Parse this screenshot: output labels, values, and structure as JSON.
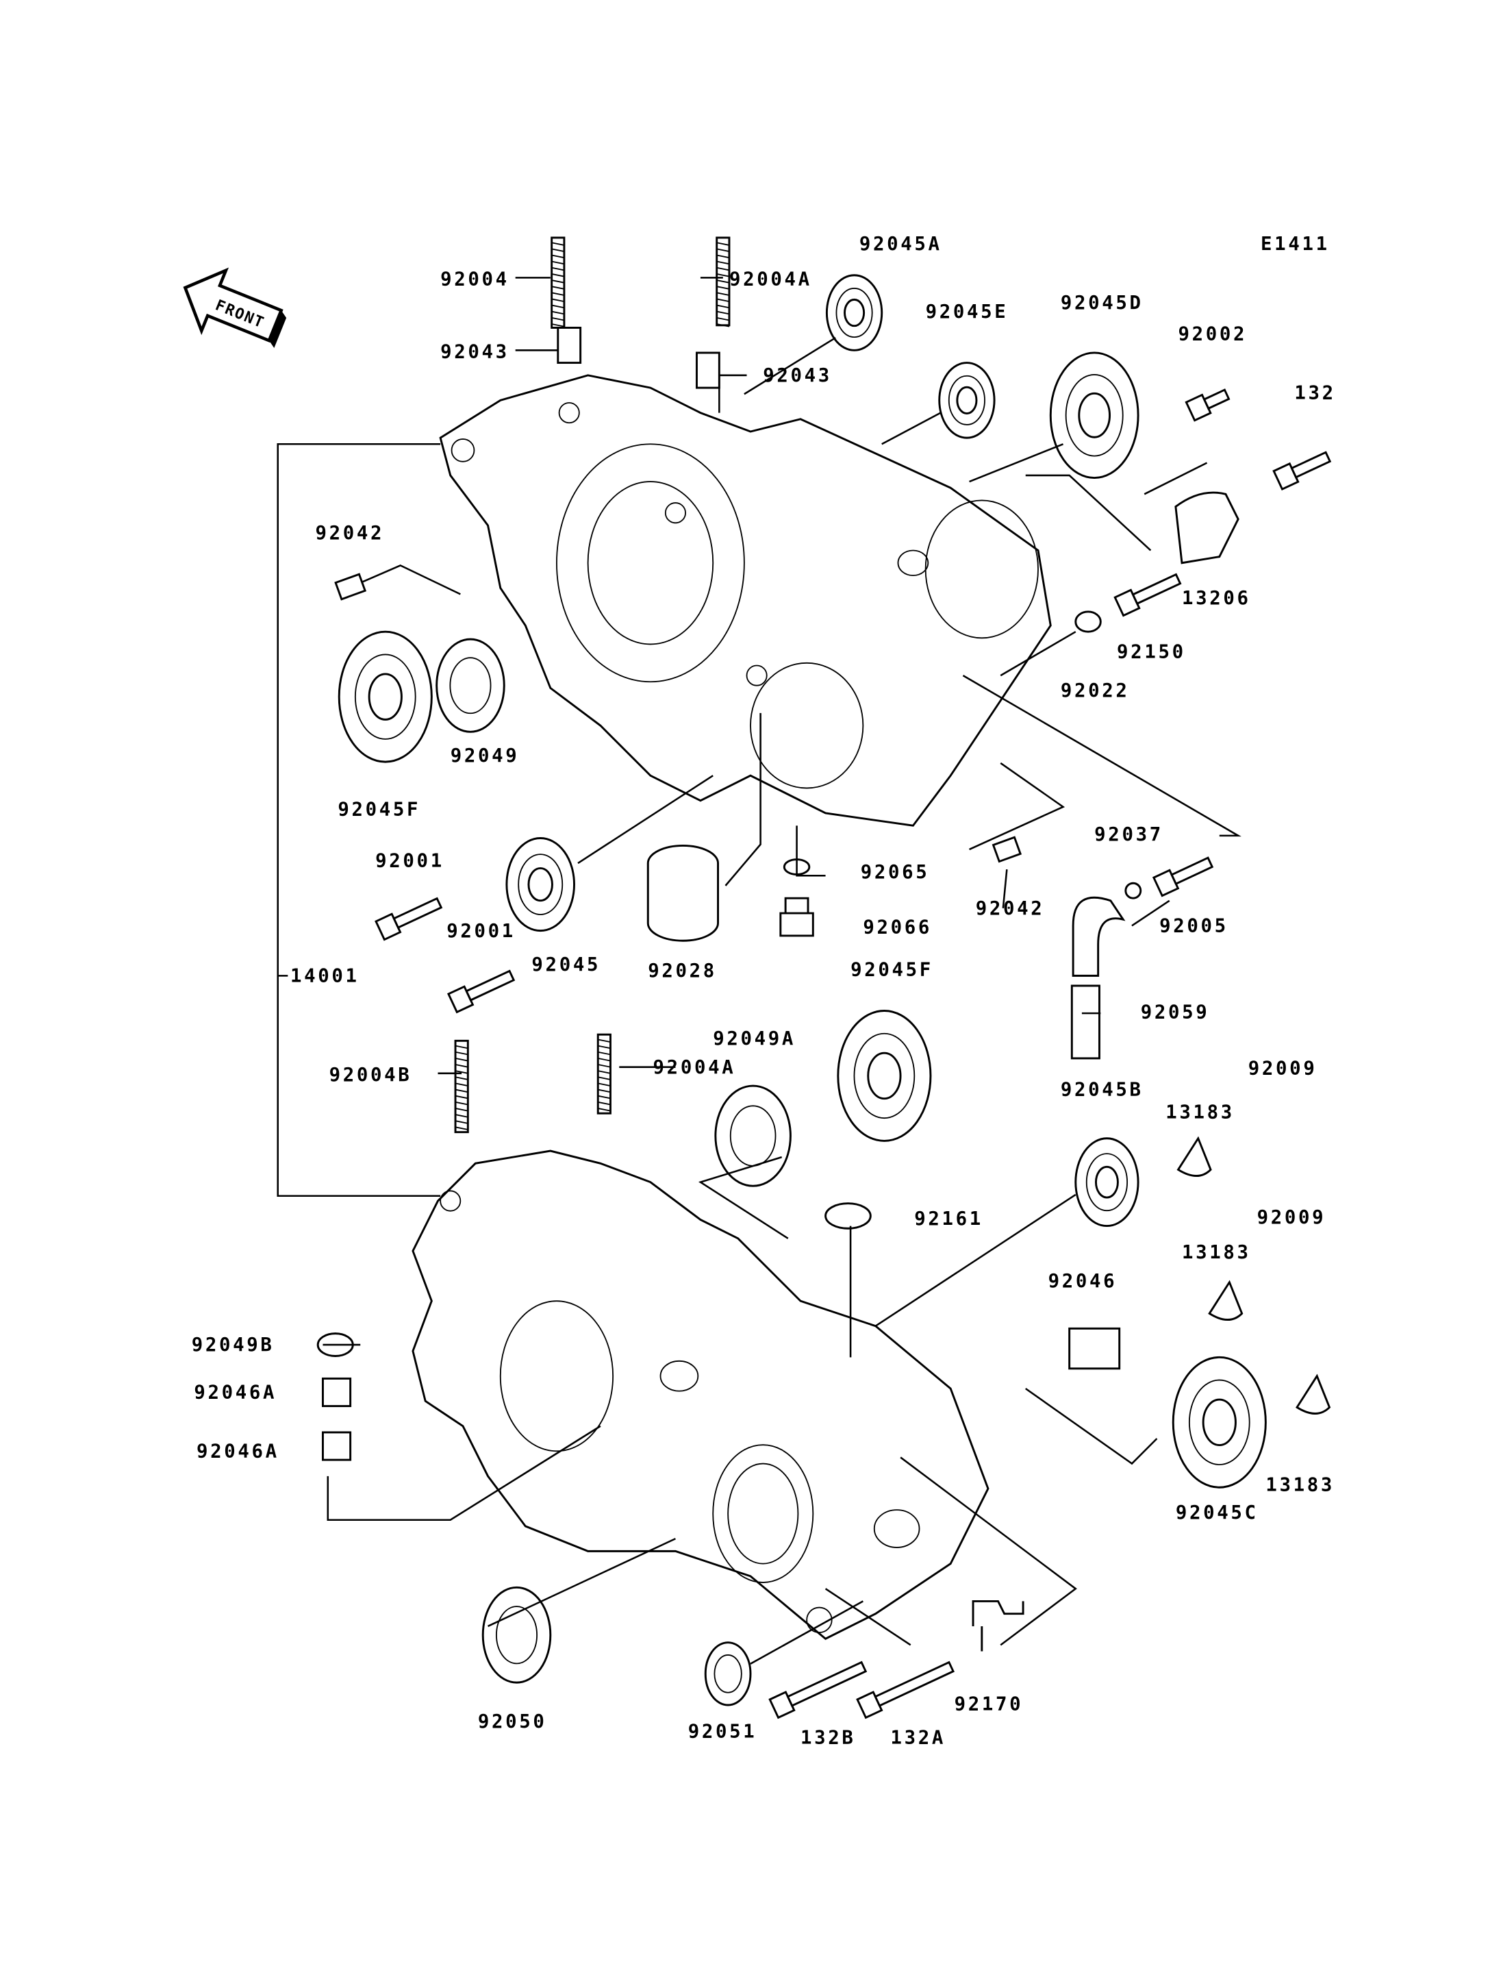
{
  "diagram_code": "E1411",
  "front_arrow_label": "FRONT",
  "labels": [
    "92004",
    "92004A",
    "92045A",
    "92043",
    "92043",
    "92045E",
    "92045D",
    "92002",
    "132",
    "92042",
    "13206",
    "92150",
    "92022",
    "92049",
    "92045F",
    "92001",
    "92037",
    "92065",
    "92005",
    "92042",
    "92066",
    "92001",
    "14001",
    "92045",
    "92028",
    "92045F",
    "92059",
    "92049A",
    "92004B",
    "92004A",
    "92045B",
    "92009",
    "13183",
    "92161",
    "92009",
    "13183",
    "92046",
    "92049B",
    "92046A",
    "92046A",
    "13183",
    "92045C",
    "92170",
    "92050",
    "92051",
    "132B",
    "132A"
  ]
}
